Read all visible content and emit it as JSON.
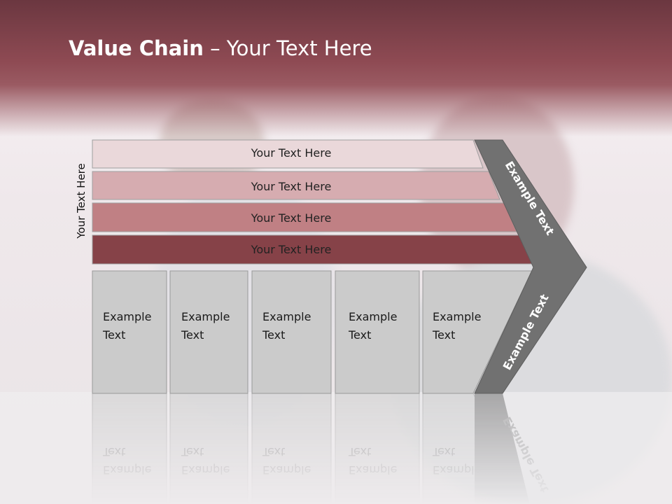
{
  "slide": {
    "title_bold": "Value Chain",
    "title_rest": " – Your Text Here",
    "vertical_label": "Your Text Here"
  },
  "rows": [
    {
      "label": "Your Text Here",
      "color": "#ead8da"
    },
    {
      "label": "Your Text Here",
      "color": "#d6acb0"
    },
    {
      "label": "Your Text Here",
      "color": "#c08084"
    },
    {
      "label": "Your Text Here",
      "color": "#864248"
    }
  ],
  "boxes": [
    {
      "line1": "Example",
      "line2": "Text"
    },
    {
      "line1": "Example",
      "line2": "Text"
    },
    {
      "line1": "Example",
      "line2": "Text"
    },
    {
      "line1": "Example",
      "line2": "Text"
    },
    {
      "line1": "Example",
      "line2": "Text"
    }
  ],
  "chevron": {
    "upper_label": "Example Text",
    "lower_label": "Example Text",
    "color": "#717171"
  },
  "colors": {
    "header": "#8e4a53",
    "box_fill": "#cbcbcb",
    "box_stroke": "#9a9a9a"
  }
}
